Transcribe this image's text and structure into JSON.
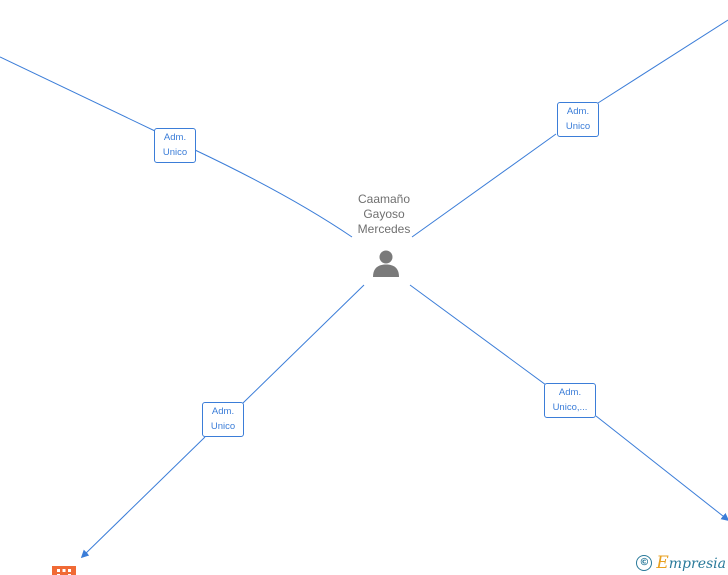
{
  "person": {
    "name_lines": [
      "Caamaño",
      "Gayoso",
      "Mercedes"
    ],
    "icon": "person-icon"
  },
  "relations": [
    {
      "id": "top-left",
      "lines": [
        "Adm.",
        "Unico"
      ]
    },
    {
      "id": "top-right",
      "lines": [
        "Adm.",
        "Unico"
      ]
    },
    {
      "id": "bottom-left",
      "lines": [
        "Adm.",
        "Unico"
      ]
    },
    {
      "id": "bottom-right",
      "lines": [
        "Adm.",
        "Unico,..."
      ]
    }
  ],
  "company_node": {
    "icon": "building-icon"
  },
  "watermark": {
    "copyright_symbol": "©",
    "brand_first_letter": "E",
    "brand_rest": "mpresia"
  },
  "colors": {
    "edge": "#3b7dd8",
    "label_border": "#3b7dd8",
    "person_text": "#707070",
    "person_icon": "#7a7a7a",
    "company_icon": "#f06a35",
    "brand": "#2a7a9a",
    "brand_accent": "#e8a020"
  }
}
